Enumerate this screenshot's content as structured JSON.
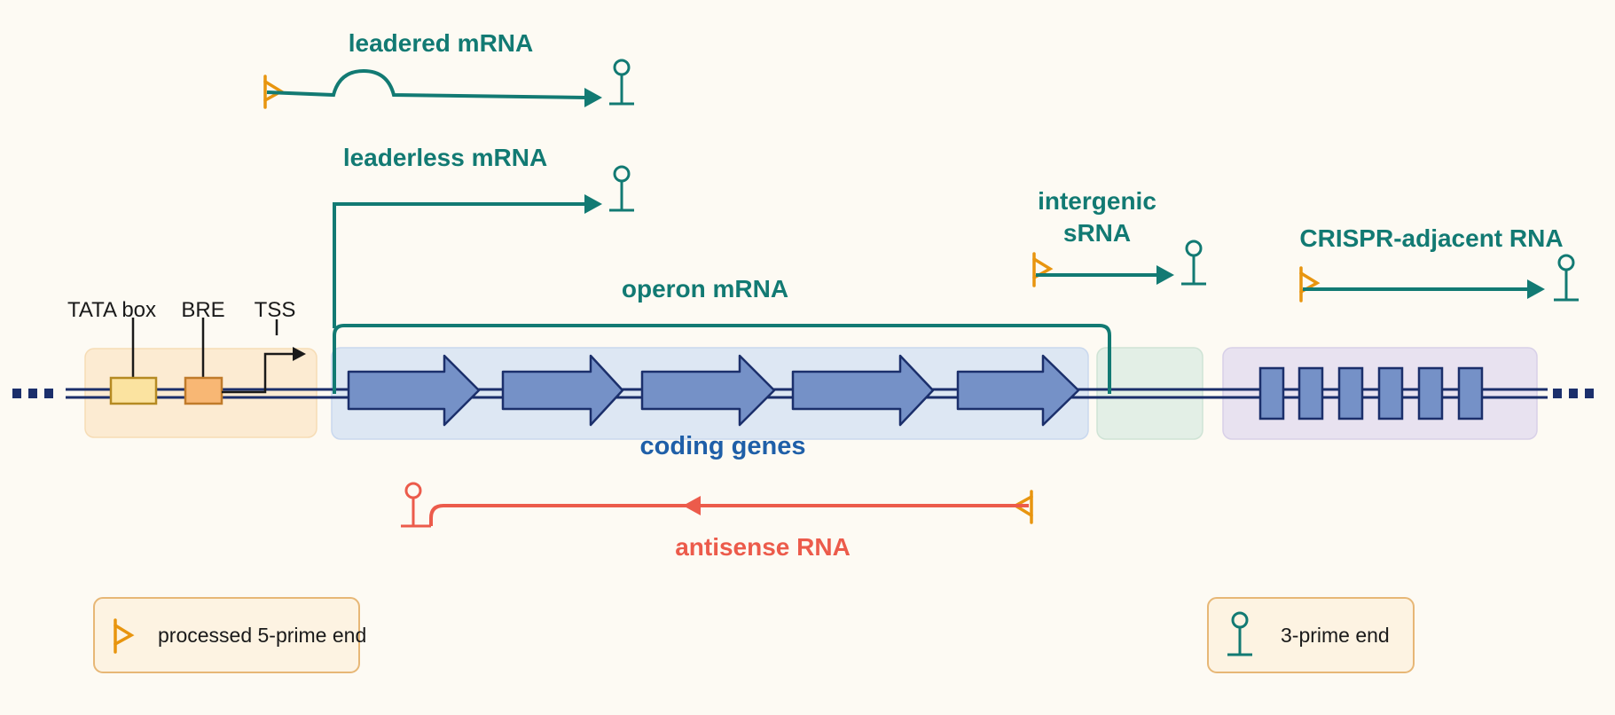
{
  "labels": {
    "leadered_mrna": "leadered mRNA",
    "leaderless_mrna": "leaderless mRNA",
    "intergenic_line1": "intergenic",
    "intergenic_line2": "sRNA",
    "crispr_rna": "CRISPR-adjacent RNA",
    "operon_mrna": "operon mRNA",
    "coding_genes": "coding genes",
    "antisense_rna": "antisense RNA",
    "tata_box": "TATA box",
    "bre": "BRE",
    "tss": "TSS"
  },
  "legend": {
    "processed_5prime": "processed 5-prime end",
    "three_prime": "3-prime end"
  },
  "colors": {
    "teal": "#127a73",
    "navy": "#1b2f6b",
    "gene_fill": "#7591c7",
    "antisense_red": "#ec5b4b",
    "processed_end_orange": "#e8950f",
    "tata_fill": "#fbe3a0",
    "bre_fill": "#f8b774",
    "promoter_region": "#fcebd2",
    "coding_region": "#dde7f3",
    "intergenic_region": "#e3efe6",
    "crispr_region": "#e8e2f0"
  },
  "icons": {
    "processed_end": "flag-icon",
    "three_prime_end": "stem-loop-icon"
  }
}
